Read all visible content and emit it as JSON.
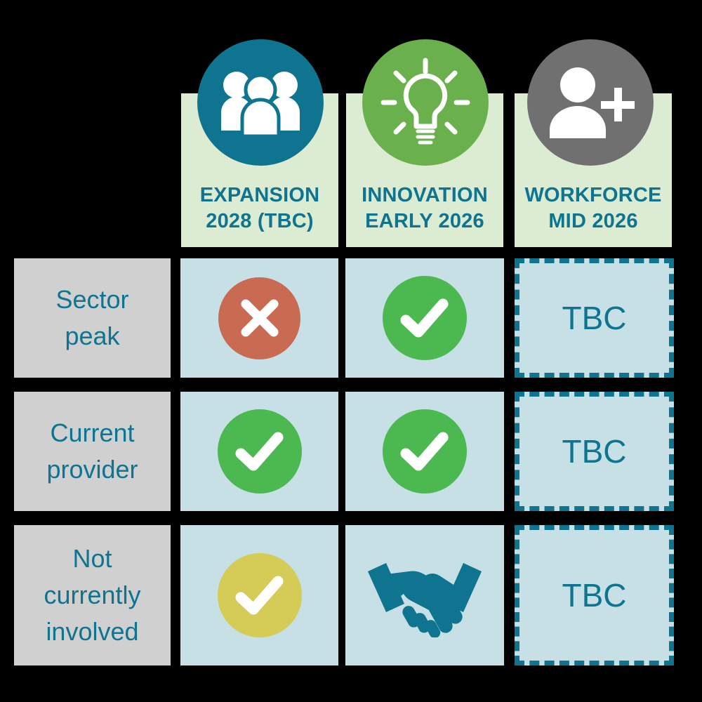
{
  "theme": {
    "page_background": "#000000",
    "header_panel_bg": "#dcecd3",
    "cell_bg": "#c6e0e5",
    "row_label_bg": "#d0d0d0",
    "teal": "#0e7490",
    "green": "#4cb850",
    "grey": "#707070",
    "red": "#c96a52",
    "yellow": "#d4cc56",
    "white": "#ffffff"
  },
  "columns": [
    {
      "id": "expansion",
      "icon": "people-group-icon",
      "icon_circle_color": "#0e7490",
      "title_line1": "EXPANSION",
      "title_line2": "2028 (TBC)"
    },
    {
      "id": "innovation",
      "icon": "lightbulb-icon",
      "icon_circle_color": "#6ab04c",
      "title_line1": "INNOVATION",
      "title_line2": "EARLY 2026"
    },
    {
      "id": "workforce",
      "icon": "add-person-icon",
      "icon_circle_color": "#707070",
      "title_line1": "WORKFORCE",
      "title_line2": "MID 2026"
    }
  ],
  "rows": [
    {
      "id": "sector-peak",
      "label_line1": "Sector",
      "label_line2": "peak",
      "label_line3": "",
      "cells": [
        {
          "type": "cross",
          "icon": "cross-circle-icon",
          "color": "#c96a52",
          "text": ""
        },
        {
          "type": "check",
          "icon": "check-circle-icon",
          "color": "#4cb850",
          "text": ""
        },
        {
          "type": "tbc",
          "icon": "",
          "color": "#0e7490",
          "text": "TBC"
        }
      ]
    },
    {
      "id": "current-provider",
      "label_line1": "Current",
      "label_line2": "provider",
      "label_line3": "",
      "cells": [
        {
          "type": "check",
          "icon": "check-circle-icon",
          "color": "#4cb850",
          "text": ""
        },
        {
          "type": "check",
          "icon": "check-circle-icon",
          "color": "#4cb850",
          "text": ""
        },
        {
          "type": "tbc",
          "icon": "",
          "color": "#0e7490",
          "text": "TBC"
        }
      ]
    },
    {
      "id": "not-currently-involved",
      "label_line1": "Not",
      "label_line2": "currently",
      "label_line3": "involved",
      "cells": [
        {
          "type": "check",
          "icon": "check-circle-icon",
          "color": "#d4cc56",
          "text": ""
        },
        {
          "type": "handshake",
          "icon": "handshake-icon",
          "color": "#0e7490",
          "text": ""
        },
        {
          "type": "tbc",
          "icon": "",
          "color": "#0e7490",
          "text": "TBC"
        }
      ]
    }
  ]
}
